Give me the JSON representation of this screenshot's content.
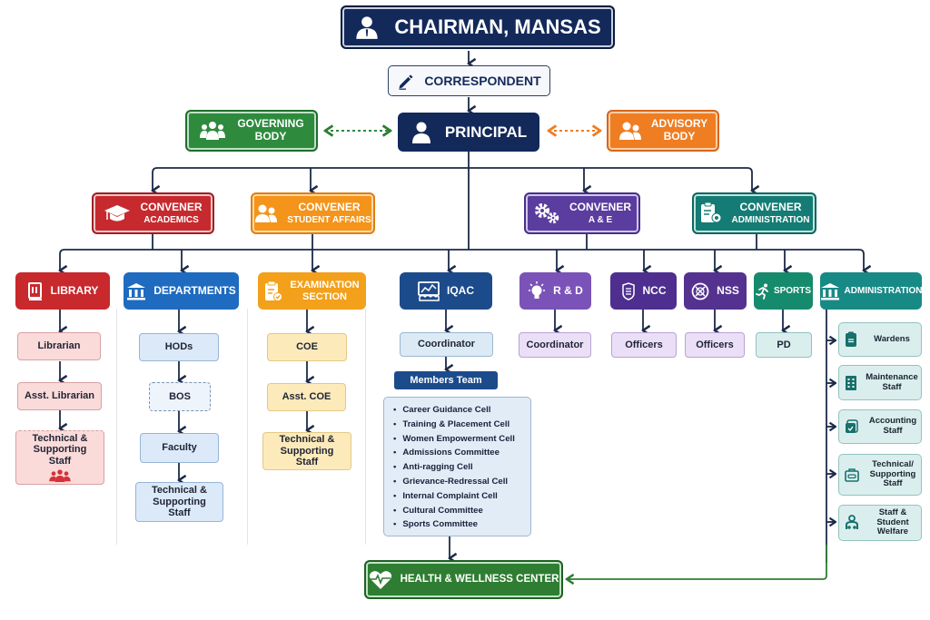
{
  "colors": {
    "navy": "#13295a",
    "governing_green": "#2e8b3e",
    "advisory_orange": "#ef7d22",
    "academics_red": "#c62a2e",
    "student_affairs_orange": "#f4941a",
    "ae_purple": "#5a3d9e",
    "administration_teal": "#147c74",
    "health_green": "#2e7d32",
    "connector": "#1b2a48"
  },
  "top": {
    "chairman": {
      "label": "CHAIRMAN, MANSAS",
      "icon": "person-icon"
    },
    "correspondent": {
      "label": "CORRESPONDENT",
      "icon": "pen-icon"
    },
    "principal": {
      "label": "PRINCIPAL",
      "icon": "person-icon"
    },
    "governing_body": {
      "line1": "GOVERNING",
      "line2": "BODY",
      "icon": "group-icon"
    },
    "advisory_body": {
      "line1": "ADVISORY",
      "line2": "BODY",
      "icon": "people-icon"
    }
  },
  "conveners": [
    {
      "line1": "CONVENER",
      "line2": "ACADEMICS",
      "icon": "graduation-cap-icon"
    },
    {
      "line1": "CONVENER",
      "line2": "STUDENT AFFAIRS",
      "icon": "people-icon"
    },
    {
      "line1": "CONVENER",
      "line2": "A & E",
      "icon": "gears-icon"
    },
    {
      "line1": "CONVENER",
      "line2": "ADMINISTRATION",
      "icon": "clipboard-gear-icon"
    }
  ],
  "units": {
    "library": {
      "label": "LIBRARY",
      "icon": "book-icon",
      "children": [
        "Librarian",
        "Asst. Librarian",
        "Technical & Supporting Staff"
      ]
    },
    "departments": {
      "label": "DEPARTMENTS",
      "icon": "institution-icon",
      "children": [
        "HODs",
        "BOS",
        "Faculty",
        "Technical & Supporting Staff"
      ]
    },
    "examination": {
      "line1": "EXAMINATION",
      "line2": "SECTION",
      "icon": "checklist-icon",
      "children": [
        "COE",
        "Asst. COE",
        "Technical & Supporting Staff"
      ]
    },
    "iqac": {
      "label": "IQAC",
      "icon": "chart-icon",
      "coordinator": "Coordinator",
      "members_team": "Members Team",
      "members": [
        "Career Guidance Cell",
        "Training & Placement Cell",
        "Women Empowerment Cell",
        "Admissions Committee",
        "Anti-ragging Cell",
        "Grievance-Redressal Cell",
        "Internal Complaint Cell",
        "Cultural Committee",
        "Sports Committee"
      ]
    },
    "rd": {
      "label": "R & D",
      "icon": "lightbulb-icon",
      "child": "Coordinator"
    },
    "ncc": {
      "label": "NCC",
      "icon": "badge-icon",
      "child": "Officers"
    },
    "nss": {
      "label": "NSS",
      "icon": "emblem-icon",
      "child": "Officers"
    },
    "sports": {
      "label": "SPORTS",
      "icon": "runner-icon",
      "child": "PD"
    },
    "administration": {
      "label": "ADMINISTRATION",
      "icon": "institution-icon",
      "children": [
        {
          "label": "Wardens",
          "icon": "clipboard-icon"
        },
        {
          "label": "Maintenance Staff",
          "icon": "building-icon"
        },
        {
          "label": "Accounting Staff",
          "icon": "accounting-icon"
        },
        {
          "label": "Technical/ Supporting Staff",
          "icon": "toolbox-icon"
        },
        {
          "label": "Staff & Student Welfare",
          "icon": "stethoscope-icon"
        }
      ]
    }
  },
  "health_center": {
    "label": "HEALTH & WELLNESS CENTER",
    "icon": "heart-pulse-icon"
  }
}
